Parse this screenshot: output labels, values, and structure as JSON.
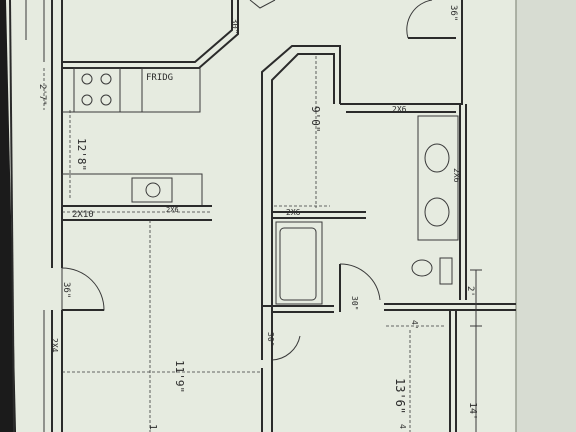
{
  "labels": {
    "closet_door": "30\"",
    "door_top_right": "36\"",
    "fridge": "FRIDG",
    "dim_27": "2'7\"",
    "dim_kitchen_depth": "12'8\"",
    "dim_tub_wall": "9'0\"",
    "header_top": "2X6",
    "header_vanity": "2X6",
    "header_tub": "2X6",
    "header_counter": "2X10",
    "header_counter_small": "2X6",
    "entry_door": "36\"",
    "door_mid": "30\"",
    "door_bath": "30\"",
    "dim_24": "2X4",
    "dim_living": "11'9\"",
    "dim_right_2": "2'",
    "dim_right_4": "4'",
    "dim_bottom_136": "13'6\"",
    "dim_right_14": "14'",
    "dim_bottom_cut": "1",
    "dim_right_edge": "4"
  }
}
